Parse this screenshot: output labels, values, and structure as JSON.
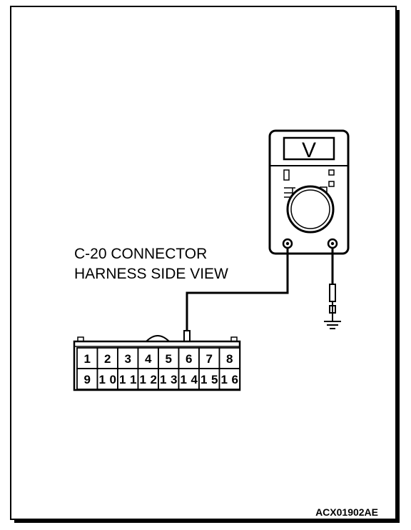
{
  "connector": {
    "label_line1": "C-20 CONNECTOR",
    "label_line2": "HARNESS SIDE VIEW",
    "pins_top": [
      "1",
      "2",
      "3",
      "4",
      "5",
      "6",
      "7",
      "8"
    ],
    "pins_bottom": [
      "9",
      "10",
      "11",
      "12",
      "13",
      "14",
      "15",
      "16"
    ],
    "probe_pin": "6"
  },
  "meter": {
    "display_symbol": "V",
    "mode": "voltmeter"
  },
  "figure_code": "ACX01902AE"
}
